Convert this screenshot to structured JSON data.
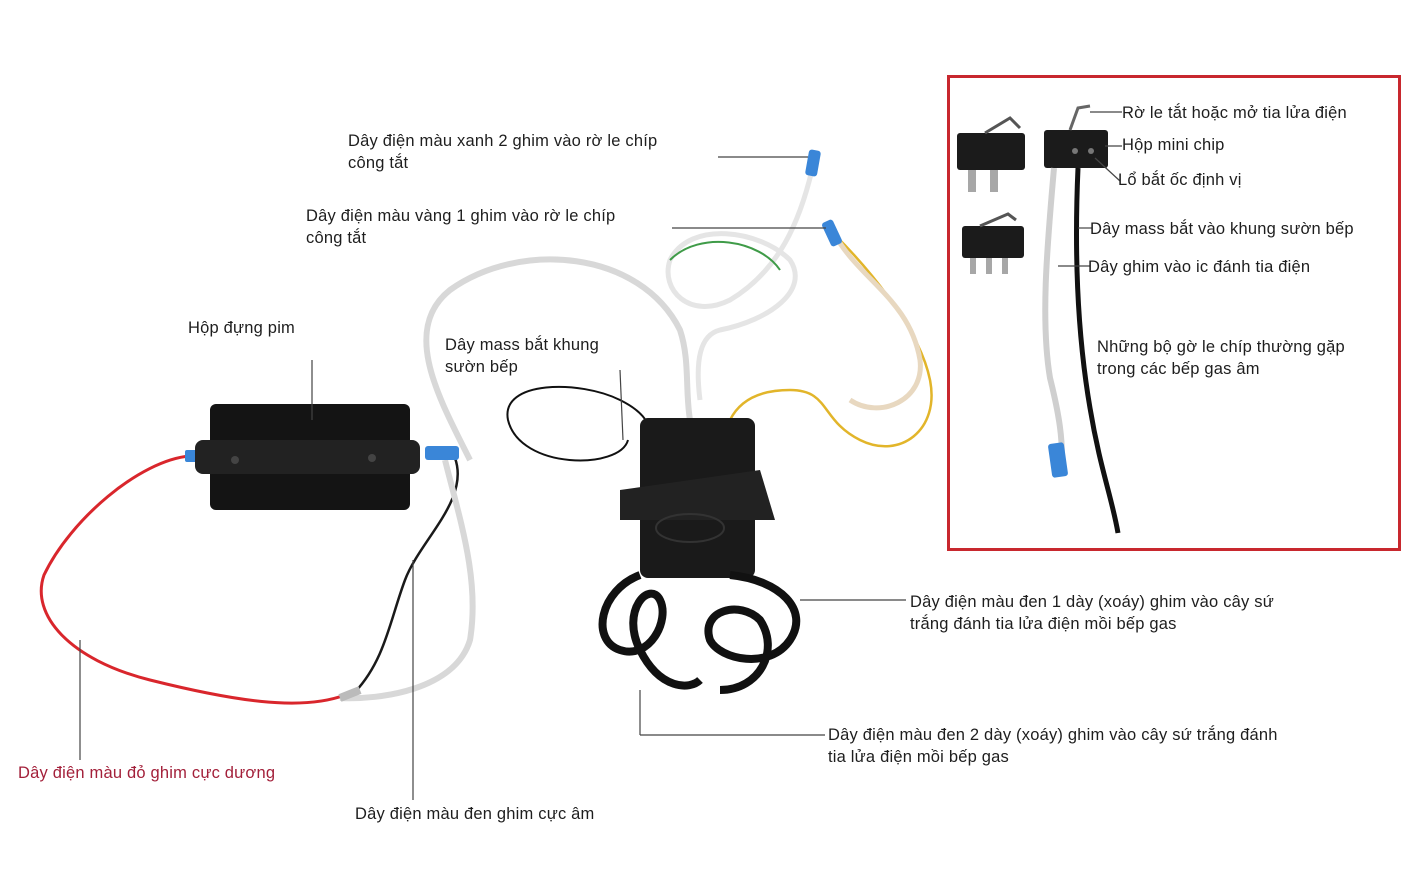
{
  "labels": {
    "blue_wire": [
      "Dây điện màu xanh 2 ghim vào rờ le chíp",
      "công tắt"
    ],
    "yellow_wire": [
      "Dây điện màu vàng 1 ghim vào rờ le chíp",
      "công tắt"
    ],
    "pin_box": "Hộp đựng pim",
    "mass_wire": [
      "Dây mass bắt khung",
      "sườn bếp"
    ],
    "black_1": [
      "Dây điện màu đen 1 dày (xoáy) ghim vào cây sứ",
      "trắng đánh tia lửa điện mồi bếp gas"
    ],
    "black_2": [
      "Dây điện màu đen 2 dày (xoáy) ghim vào cây sứ trắng đánh",
      "tia lửa điện mồi bếp gas"
    ],
    "red_positive": "Dây điện màu đỏ ghim cực dương",
    "black_negative": "Dây điện màu đen ghim cực âm"
  },
  "inset": {
    "relay": "Rờ le tắt hoặc mở tia lửa điện",
    "mini_box": "Hộp mini chip",
    "hole": "Lổ bắt ốc định vị",
    "mass_frame": "Dây mass bắt vào khung sườn bếp",
    "ic_wire": "Dây ghim vào ic đánh tia điện",
    "common": [
      "Những bộ gờ le chíp thường gặp",
      "trong các bếp gas âm"
    ]
  },
  "colors": {
    "inset_border": "#c8282e",
    "red_wire": "#d9262c",
    "blue_connector": "#3a86d8",
    "yellow_wire": "#e2b52a",
    "green_wire": "#3f9b48"
  }
}
